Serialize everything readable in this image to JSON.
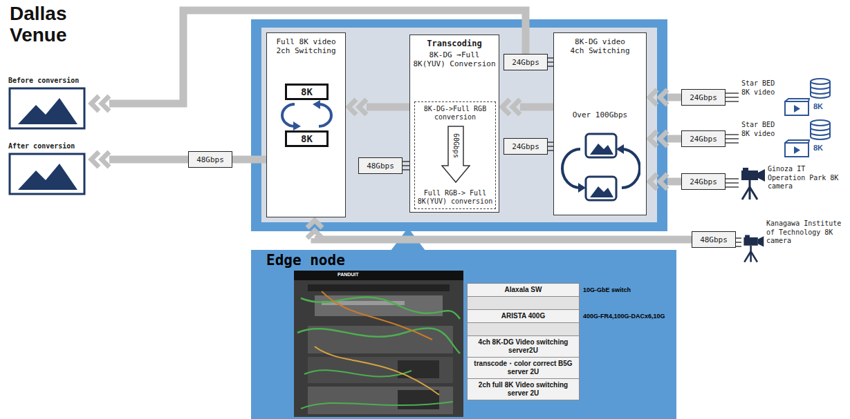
{
  "diagram": {
    "title": "Dallas Venue",
    "nodes": [
      {
        "text": [
          "Before conversion"
        ]
      },
      {
        "text": [
          "After conversion"
        ]
      },
      {
        "text": [
          "Full 8K video 2ch Switching"
        ]
      },
      {
        "text": [
          "8K"
        ],
        "in": 2
      },
      {
        "text": [
          "8K"
        ],
        "in": 2
      },
      {
        "text": [
          "Transcoding",
          "8K-DG →Full 8K(YUV) Conversion"
        ]
      },
      {
        "text": [
          "8K-DG->Full RGB conversion",
          "Full RGB-> Full 8K(YUV) conversion"
        ],
        "in": 5
      },
      {
        "text": [
          "8K-DG video 4ch Switching",
          "Over 100Gbps"
        ]
      },
      {
        "text": [
          "24Gbps"
        ]
      },
      {
        "text": [
          "24Gbps"
        ]
      },
      {
        "text": [
          "48Gbps"
        ]
      },
      {
        "text": [
          "48Gbps"
        ]
      },
      {
        "text": [
          "24Gbps"
        ]
      },
      {
        "text": [
          "24Gbps"
        ]
      },
      {
        "text": [
          "24Gbps"
        ]
      },
      {
        "text": [
          "48Gbps"
        ]
      },
      {
        "text": [
          "Star BED 8K video"
        ]
      },
      {
        "text": [
          "Star BED 8K video"
        ]
      },
      {
        "text": [
          "Ginoza IT Operation Park 8K camera"
        ]
      },
      {
        "text": [
          "Kanagawa Institute of Technology 8K camera"
        ]
      },
      {
        "text": [
          "Edge node"
        ]
      },
      {
        "text": [
          "Alaxala SW"
        ],
        "in": 20
      },
      {
        "text": [
          "ARISTA 400G"
        ],
        "in": 20
      },
      {
        "text": [
          "4ch 8K-DG Video switching server2U"
        ],
        "in": 20
      },
      {
        "text": [
          "transcode・color correct B5G server 2U"
        ],
        "in": 20
      },
      {
        "text": [
          "2ch full 8K Video switching server 2U"
        ],
        "in": 20
      }
    ],
    "edges": [
      {
        "from": 8,
        "to": 0,
        "arrow": "to"
      },
      {
        "from": 7,
        "to": 5,
        "arrow": "to"
      },
      {
        "from": 5,
        "to": 2,
        "arrow": "to"
      },
      {
        "from": 2,
        "to": 11,
        "arrow": "none"
      },
      {
        "from": 11,
        "to": 1,
        "arrow": "to"
      },
      {
        "from": 12,
        "to": 7,
        "arrow": "to"
      },
      {
        "from": 13,
        "to": 7,
        "arrow": "to"
      },
      {
        "from": 14,
        "to": 7,
        "arrow": "to"
      },
      {
        "from": 15,
        "to": 2,
        "arrow": "to"
      },
      {
        "from": 8,
        "to": 7,
        "arrow": "none"
      },
      {
        "from": 9,
        "to": 7,
        "arrow": "none"
      },
      {
        "from": 10,
        "to": 5,
        "arrow": "none"
      },
      {
        "from": 16,
        "to": 12,
        "arrow": "none"
      },
      {
        "from": 17,
        "to": 13,
        "arrow": "none"
      },
      {
        "from": 18,
        "to": 14,
        "arrow": "none"
      },
      {
        "from": 19,
        "to": 15,
        "arrow": "none"
      }
    ],
    "labels": [
      "60Gbps",
      "8K",
      "8K",
      "10G-GbE switch",
      "400G-FR4,100G-DACx6,10G",
      "PANDUIT"
    ]
  }
}
